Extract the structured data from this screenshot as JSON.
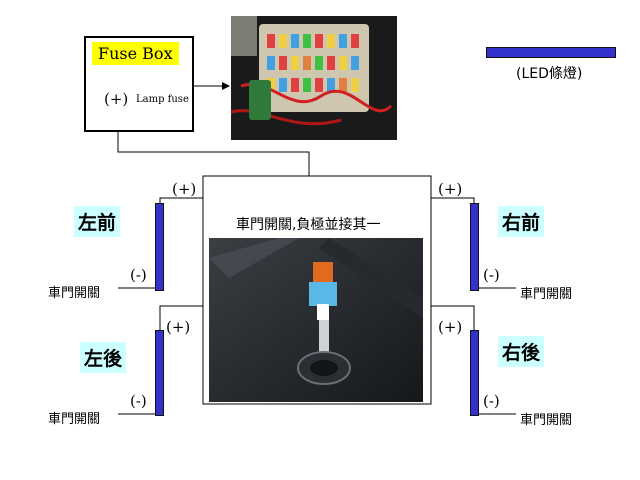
{
  "fuse_box": {
    "title": "Fuse Box",
    "plus": "(+)",
    "lamp_fuse": "Lamp fuse"
  },
  "legend": {
    "label": "(LED條燈)",
    "color": "#3333cc"
  },
  "center_caption": "車門開關,負極並接其一",
  "positions": {
    "front_left": {
      "name": "左前",
      "plus": "(+)",
      "minus": "(-)",
      "switch": "車門開關"
    },
    "front_right": {
      "name": "右前",
      "plus": "(+)",
      "minus": "(-)",
      "switch": "車門開關"
    },
    "rear_left": {
      "name": "左後",
      "plus": "(+)",
      "minus": "(-)",
      "switch": "車門開關"
    },
    "rear_right": {
      "name": "右後",
      "plus": "(+)",
      "minus": "(-)",
      "switch": "車門開關"
    }
  },
  "colors": {
    "led_bar": "#3333cc",
    "label_bg": "#ccffff",
    "title_bg": "#ffff00"
  }
}
